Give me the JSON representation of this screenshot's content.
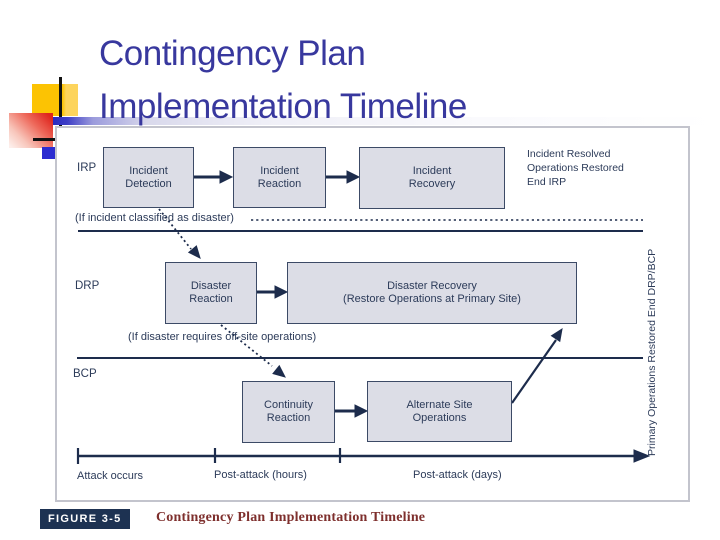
{
  "title": {
    "line1": "Contingency Plan",
    "line2": "Implementation Timeline"
  },
  "diagram": {
    "row_labels": {
      "irp": "IRP",
      "drp": "DRP",
      "bcp": "BCP"
    },
    "boxes": {
      "incident_detection": "Incident\nDetection",
      "incident_reaction": "Incident\nReaction",
      "incident_recovery": "Incident\nRecovery",
      "disaster_reaction": "Disaster\nReaction",
      "disaster_recovery": "Disaster Recovery\n(Restore Operations at Primary Site)",
      "continuity_reaction": "Continuity\nReaction",
      "alternate_site": "Alternate Site\nOperations"
    },
    "notes": {
      "incident_resolved": "Incident Resolved\nOperations Restored\nEnd IRP",
      "if_incident": "(If incident classified as disaster)",
      "if_disaster": "(If disaster requires off-site operations)",
      "primary_ops": "Primary Operations Restored End DRP/BCP"
    },
    "axis": {
      "labels": [
        "Attack occurs",
        "Post-attack (hours)",
        "Post-attack (days)"
      ]
    }
  },
  "caption": {
    "tag": "FIGURE 3-5",
    "text": "Contingency Plan Implementation Timeline"
  },
  "colors": {
    "title_blue": "#38389e",
    "line_navy": "#1d2c4c",
    "box_fill": "#dcdde6",
    "box_border": "#3c4a66",
    "caption_maroon": "#7e2f2d",
    "caption_tag_bg": "#1d3252",
    "deco_gold": "#fcc303",
    "deco_red": "#df251d",
    "deco_blue": "#2c2cd0"
  }
}
